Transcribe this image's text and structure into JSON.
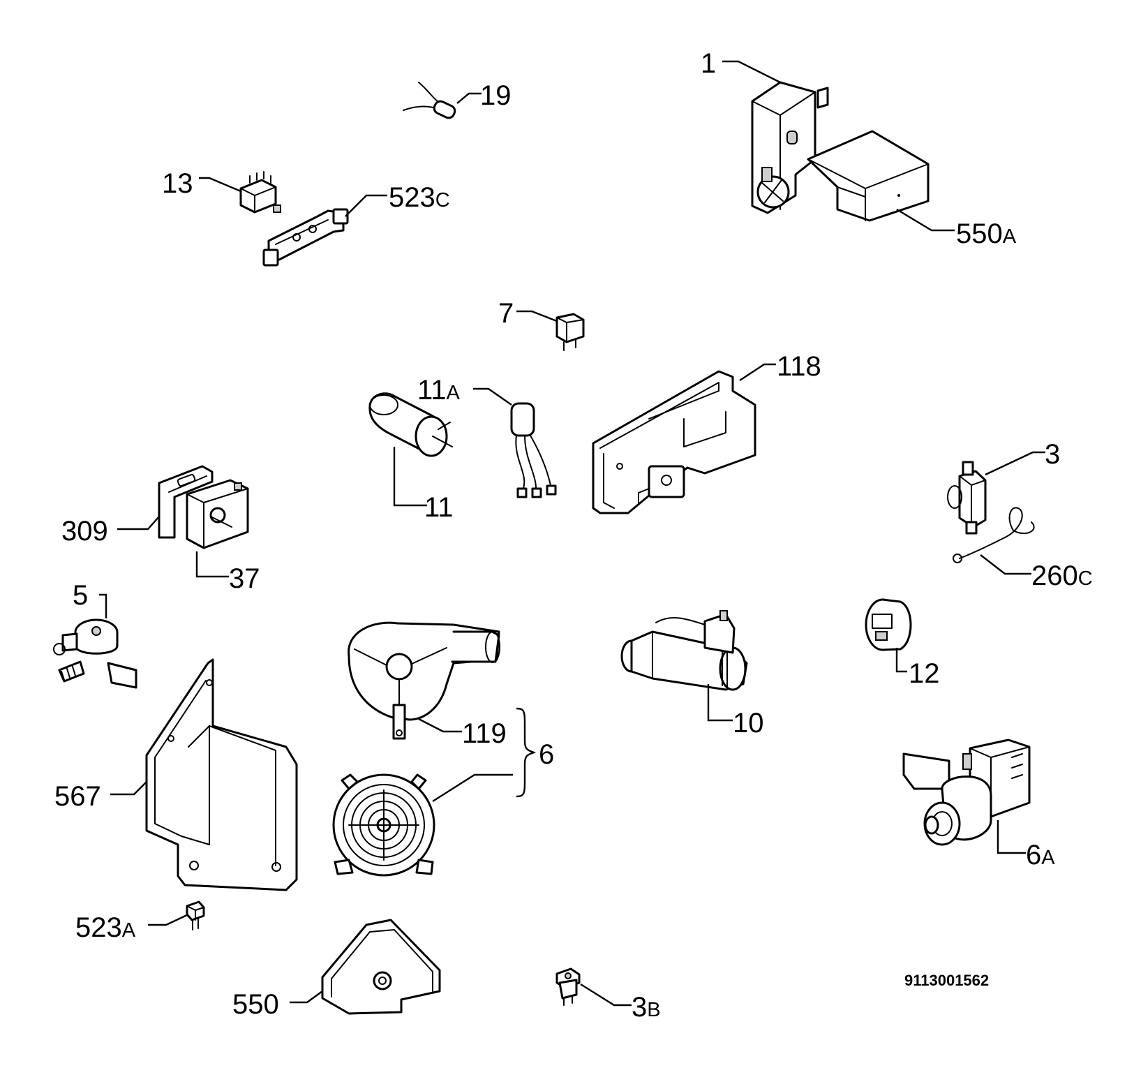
{
  "diagram": {
    "reference_code": "9113001562",
    "parts": [
      {
        "id": "1",
        "label": "1",
        "suffix": ""
      },
      {
        "id": "19",
        "label": "19",
        "suffix": ""
      },
      {
        "id": "13",
        "label": "13",
        "suffix": ""
      },
      {
        "id": "523c",
        "label": "523",
        "suffix": "C"
      },
      {
        "id": "550a",
        "label": "550",
        "suffix": "A"
      },
      {
        "id": "7",
        "label": "7",
        "suffix": ""
      },
      {
        "id": "11a",
        "label": "11",
        "suffix": "A"
      },
      {
        "id": "118",
        "label": "118",
        "suffix": ""
      },
      {
        "id": "11",
        "label": "11",
        "suffix": ""
      },
      {
        "id": "3",
        "label": "3",
        "suffix": ""
      },
      {
        "id": "309",
        "label": "309",
        "suffix": ""
      },
      {
        "id": "37",
        "label": "37",
        "suffix": ""
      },
      {
        "id": "260c",
        "label": "260",
        "suffix": "C"
      },
      {
        "id": "5",
        "label": "5",
        "suffix": ""
      },
      {
        "id": "12",
        "label": "12",
        "suffix": ""
      },
      {
        "id": "10",
        "label": "10",
        "suffix": ""
      },
      {
        "id": "119",
        "label": "119",
        "suffix": ""
      },
      {
        "id": "6",
        "label": "6",
        "suffix": ""
      },
      {
        "id": "567",
        "label": "567",
        "suffix": ""
      },
      {
        "id": "6a",
        "label": "6",
        "suffix": "A"
      },
      {
        "id": "523a",
        "label": "523",
        "suffix": "A"
      },
      {
        "id": "550",
        "label": "550",
        "suffix": ""
      },
      {
        "id": "3b",
        "label": "3",
        "suffix": "B"
      }
    ]
  }
}
